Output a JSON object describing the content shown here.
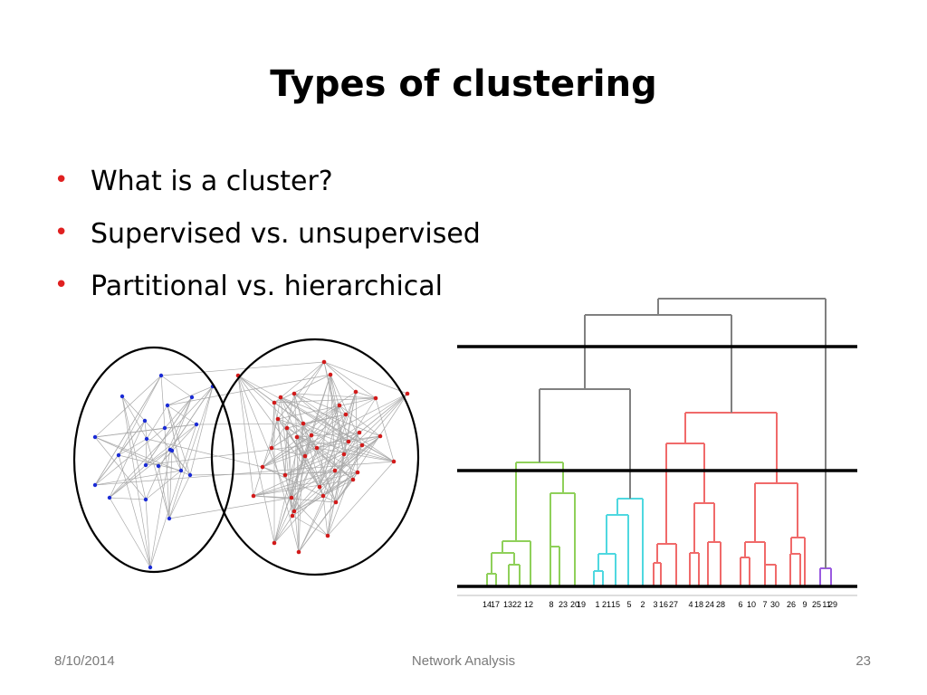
{
  "slide": {
    "title": "Types of clustering",
    "bullets": [
      "What is a cluster?",
      "Supervised vs. unsupervised",
      "Partitional vs. hierarchical"
    ],
    "bullet_color": "#e02020"
  },
  "footer": {
    "date": "8/10/2014",
    "center": "Network Analysis",
    "page": "23"
  },
  "network_figure": {
    "left_cluster_color": "#1a2bd6",
    "right_cluster_color": "#d21a1a",
    "edge_color": "#aaaaaa"
  },
  "dendrogram": {
    "leaf_labels": [
      "14",
      "17",
      "13",
      "22",
      "12",
      "8",
      "23",
      "20",
      "19",
      "1",
      "21",
      "15",
      "5",
      "2",
      "3",
      "16",
      "27",
      "4",
      "18",
      "24",
      "28",
      "6",
      "10",
      "7",
      "30",
      "26",
      "9",
      "25",
      "11",
      "29"
    ],
    "cluster_colors": {
      "green": "#8fd05a",
      "cyan": "#4fd8e0",
      "red": "#f06a6a",
      "purple": "#9a5ae0",
      "gray": "#808080"
    }
  }
}
